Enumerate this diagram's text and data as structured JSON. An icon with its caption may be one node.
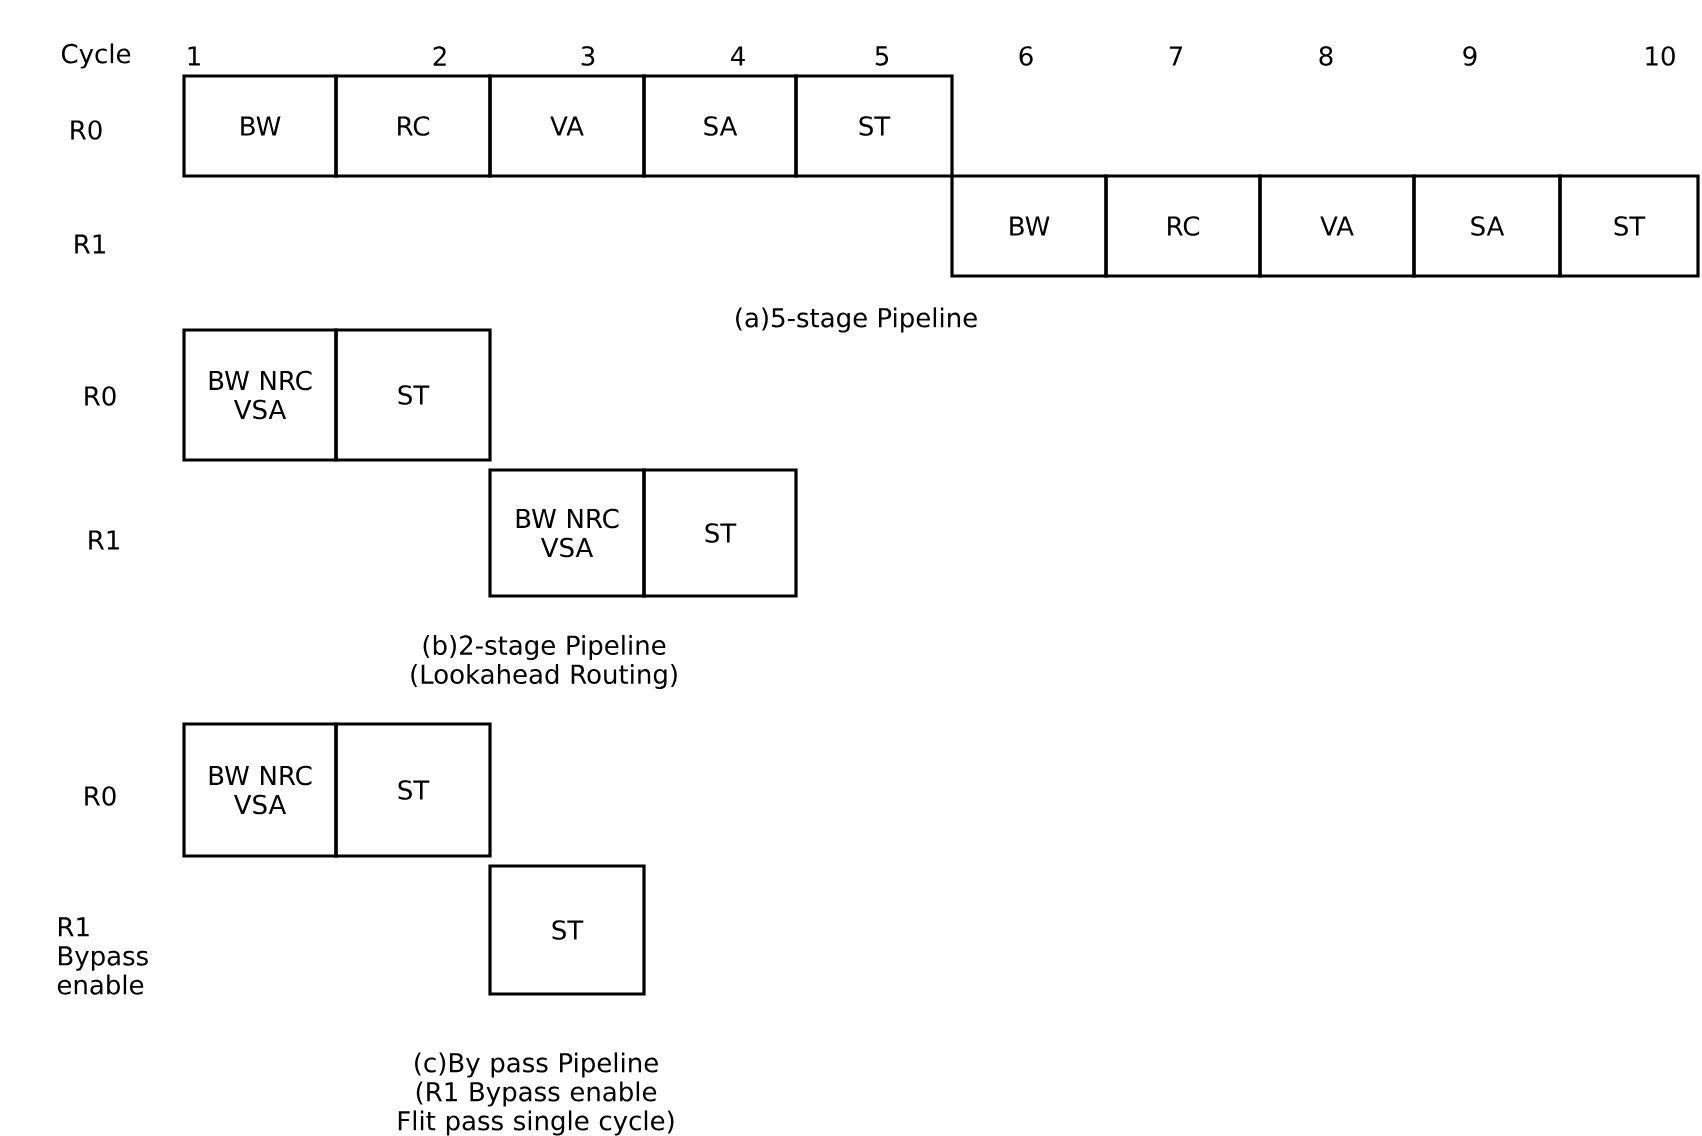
{
  "diagram": {
    "nodes": [
      {
        "text": [
          "BW"
        ]
      },
      {
        "text": [
          "RC"
        ]
      },
      {
        "text": [
          "VA"
        ]
      },
      {
        "text": [
          "SA"
        ]
      },
      {
        "text": [
          "ST"
        ]
      },
      {
        "text": [
          "BW"
        ]
      },
      {
        "text": [
          "RC"
        ]
      },
      {
        "text": [
          "VA"
        ]
      },
      {
        "text": [
          "SA"
        ]
      },
      {
        "text": [
          "ST"
        ]
      },
      {
        "text": [
          "BW NRC VSA"
        ]
      },
      {
        "text": [
          "ST"
        ]
      },
      {
        "text": [
          "BW NRC VSA"
        ]
      },
      {
        "text": [
          "ST"
        ]
      },
      {
        "text": [
          "BW NRC VSA"
        ]
      },
      {
        "text": [
          "ST"
        ]
      },
      {
        "text": [
          "ST"
        ]
      }
    ],
    "labels": [
      "Cycle",
      "1",
      "2",
      "3",
      "4",
      "5",
      "6",
      "7",
      "8",
      "9",
      "10",
      "R0",
      "R1",
      "(a)5-stage Pipeline",
      "R0",
      "R1",
      "(b)2-stage Pipeline (Lookahead Routing)",
      "R0",
      "R1 Bypass enable",
      "(c)By pass Pipeline (R1 Bypass enable Flit pass single cycle)"
    ]
  }
}
